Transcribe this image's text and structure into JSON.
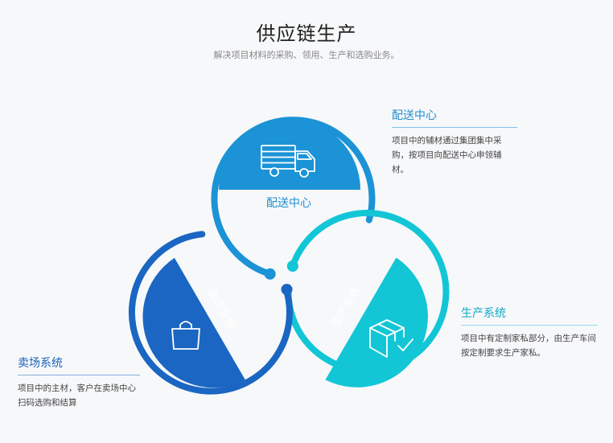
{
  "header": {
    "title": "供应链生产",
    "subtitle": "解决项目材料的采购、领用、生产和选购业务。"
  },
  "colors": {
    "peisong": "#1b93d6",
    "shengchan": "#12c6d6",
    "maichang": "#1a66c2",
    "background": "#f7f8fa"
  },
  "nodes": [
    {
      "id": "peisong",
      "label": "配送中心",
      "icon": "delivery-truck-icon",
      "panel_title": "配送中心",
      "panel_desc": "项目中的辅材通过集团集中采购，按项目向配送中心申领辅材。"
    },
    {
      "id": "shengchan",
      "label": "生产系统",
      "icon": "package-check-icon",
      "panel_title": "生产系统",
      "panel_desc": "项目中有定制家私部分，由生产车间按定制要求生产家私。"
    },
    {
      "id": "maichang",
      "label": "卖场系统",
      "icon": "shopping-bag-icon",
      "panel_title": "卖场系统",
      "panel_desc": "项目中的主材，客户在卖场中心扫码选购和结算"
    }
  ]
}
